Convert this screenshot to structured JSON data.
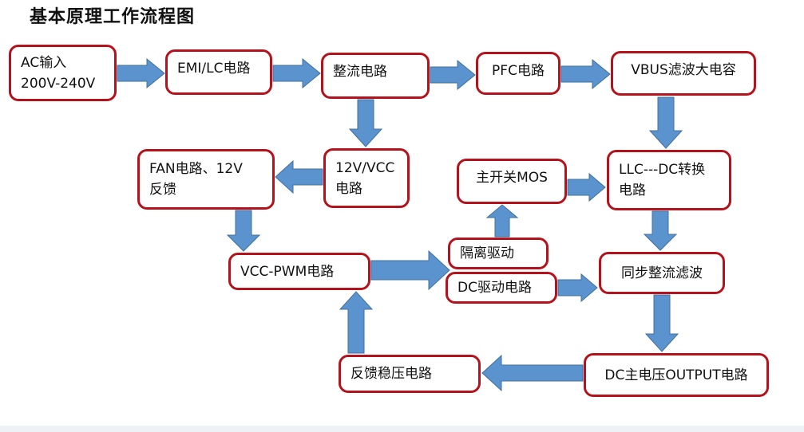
{
  "title": "基本原理工作流程图",
  "colors": {
    "box_border": "#b5121b",
    "arrow_fill": "#5b93cf",
    "arrow_stroke": "#41719c"
  },
  "nodes": {
    "ac_input": "AC输入\n200V-240V",
    "emi_lc": "EMI/LC电路",
    "rectifier": "整流电路",
    "pfc": "PFC电路",
    "vbus": "VBUS滤波大电容",
    "vcc12": "12V/VCC\n电路",
    "fan": "FAN电路、12V\n反馈",
    "main_mos": "主开关MOS",
    "llc": "LLC---DC转换\n电路",
    "vcc_pwm": "VCC-PWM电路",
    "isolation_drive": "隔离驱动",
    "dc_drive": "DC驱动电路",
    "sync_rect": "同步整流滤波",
    "feedback": "反馈稳压电路",
    "dc_output": "DC主电压OUTPUT电路"
  },
  "edges": [
    {
      "from": "ac_input",
      "to": "emi_lc"
    },
    {
      "from": "emi_lc",
      "to": "rectifier"
    },
    {
      "from": "rectifier",
      "to": "pfc"
    },
    {
      "from": "pfc",
      "to": "vbus"
    },
    {
      "from": "rectifier",
      "to": "vcc12"
    },
    {
      "from": "vbus",
      "to": "llc"
    },
    {
      "from": "vcc12",
      "to": "fan"
    },
    {
      "from": "fan",
      "to": "vcc_pwm"
    },
    {
      "from": "vcc_pwm",
      "to": "isolation_drive"
    },
    {
      "from": "isolation_drive",
      "to": "main_mos"
    },
    {
      "from": "main_mos",
      "to": "llc"
    },
    {
      "from": "llc",
      "to": "sync_rect"
    },
    {
      "from": "dc_drive",
      "to": "sync_rect"
    },
    {
      "from": "sync_rect",
      "to": "dc_output"
    },
    {
      "from": "dc_output",
      "to": "feedback"
    },
    {
      "from": "feedback",
      "to": "vcc_pwm"
    }
  ]
}
